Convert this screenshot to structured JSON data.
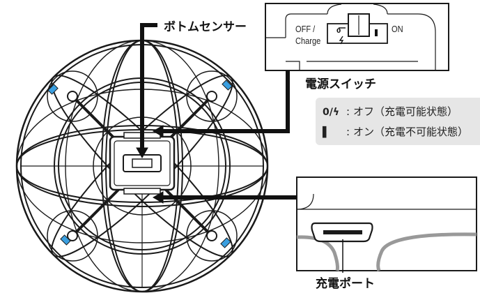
{
  "labels": {
    "bottom_sensor": "ボトムセンサー",
    "power_switch": "電源スイッチ",
    "charge_port": "充電ポート"
  },
  "switch_panel": {
    "off": "OFF /",
    "charge": "Charge",
    "on": "ON",
    "zero_mark": "0"
  },
  "legend": [
    {
      "symbol": "0/ϟ",
      "text": "オフ（充電可能状態）"
    },
    {
      "symbol": "▌",
      "text": "オン（充電不可能状態）"
    }
  ],
  "colors": {
    "line": "#1a1a1a",
    "led": "#3a9fe0",
    "legend_bg": "#e6e6e6",
    "cable": "#999999"
  }
}
